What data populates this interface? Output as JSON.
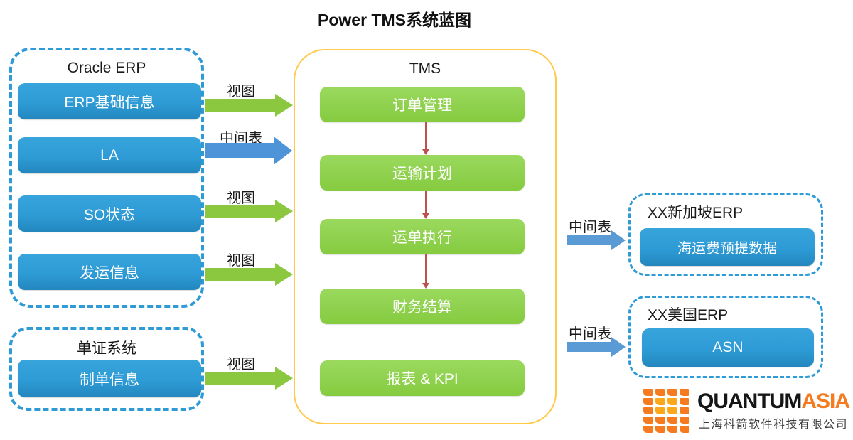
{
  "title": "Power TMS系统蓝图",
  "palette": {
    "blue": "#2e9bd6",
    "green": "#8fd14e",
    "green-arrow": "#8cc83f",
    "blue-arrow": "#4d94d8",
    "blue-arrow-r": "#5b9bd5",
    "yellow": "#ffc94a",
    "red": "#c0504d",
    "orange": "#f47b20",
    "orange-light": "#fba81c"
  },
  "oracle_erp": {
    "title": "Oracle ERP",
    "items": [
      "ERP基础信息",
      "LA",
      "SO状态",
      "发运信息"
    ]
  },
  "doc_system": {
    "title": "单证系统",
    "items": [
      "制单信息"
    ]
  },
  "tms": {
    "title": "TMS",
    "items": [
      "订单管理",
      "运输计划",
      "运单执行",
      "财务结算",
      "报表 & KPI"
    ]
  },
  "singapore_erp": {
    "title": "XX新加坡ERP",
    "items": [
      "海运费预提数据"
    ]
  },
  "us_erp": {
    "title": "XX美国ERP",
    "items": [
      "ASN"
    ]
  },
  "connectors": {
    "left": [
      {
        "label": "视图"
      },
      {
        "label": "中间表"
      },
      {
        "label": "视图"
      },
      {
        "label": "视图"
      },
      {
        "label": "视图"
      }
    ],
    "right": [
      {
        "label": "中间表"
      },
      {
        "label": "中间表"
      }
    ]
  },
  "logo": {
    "brand_primary": "QUANTUM",
    "brand_accent": "ASIA",
    "company": "上海科箭软件科技有限公司"
  }
}
